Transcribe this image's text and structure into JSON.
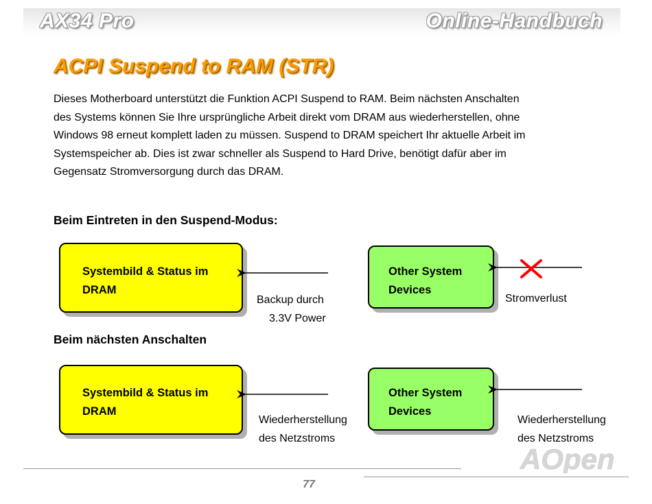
{
  "header": {
    "left_title": "AX34 Pro",
    "right_title": "Online-Handbuch"
  },
  "page_title": "ACPI Suspend to RAM (STR)",
  "intro_lines": [
    "Dieses Motherboard unterstützt die Funktion ACPI Suspend to RAM. Beim nächsten Anschalten",
    "des Systems können Sie Ihre ursprüngliche Arbeit direkt vom DRAM aus wiederherstellen, ohne",
    "Windows 98 erneut komplett laden zu müssen. Suspend to DRAM speichert Ihr aktuelle Arbeit im",
    "Systemspeicher ab. Dies ist zwar schneller als Suspend to Hard Drive, benötigt dafür aber im",
    "Gegensatz Stromversorgung durch das DRAM."
  ],
  "section1": {
    "heading": "Beim Eintreten in den Suspend-Modus:",
    "left_box": {
      "line1": "Systembild & Status im",
      "line2": "DRAM"
    },
    "left_note": {
      "line1": "Backup durch",
      "line2": "3.3V Power"
    },
    "right_box": {
      "line1": "Other System",
      "line2": "Devices"
    },
    "right_note": "Stromverlust"
  },
  "section2": {
    "heading": "Beim nächsten Anschalten",
    "left_box": {
      "line1": "Systembild & Status im",
      "line2": "DRAM"
    },
    "left_note": {
      "line1": "Wiederherstellung",
      "line2": "des Netzstroms"
    },
    "right_box": {
      "line1": "Other System",
      "line2": "Devices"
    },
    "right_note": {
      "line1": "Wiederherstellung",
      "line2": "des Netzstroms"
    }
  },
  "footer": {
    "page_number": "77",
    "logo_text": "AOpen"
  },
  "colors": {
    "title_orange": "#ff9900",
    "box_yellow": "#ffff00",
    "box_green": "#99ff66",
    "cross_red": "#ff0000"
  }
}
